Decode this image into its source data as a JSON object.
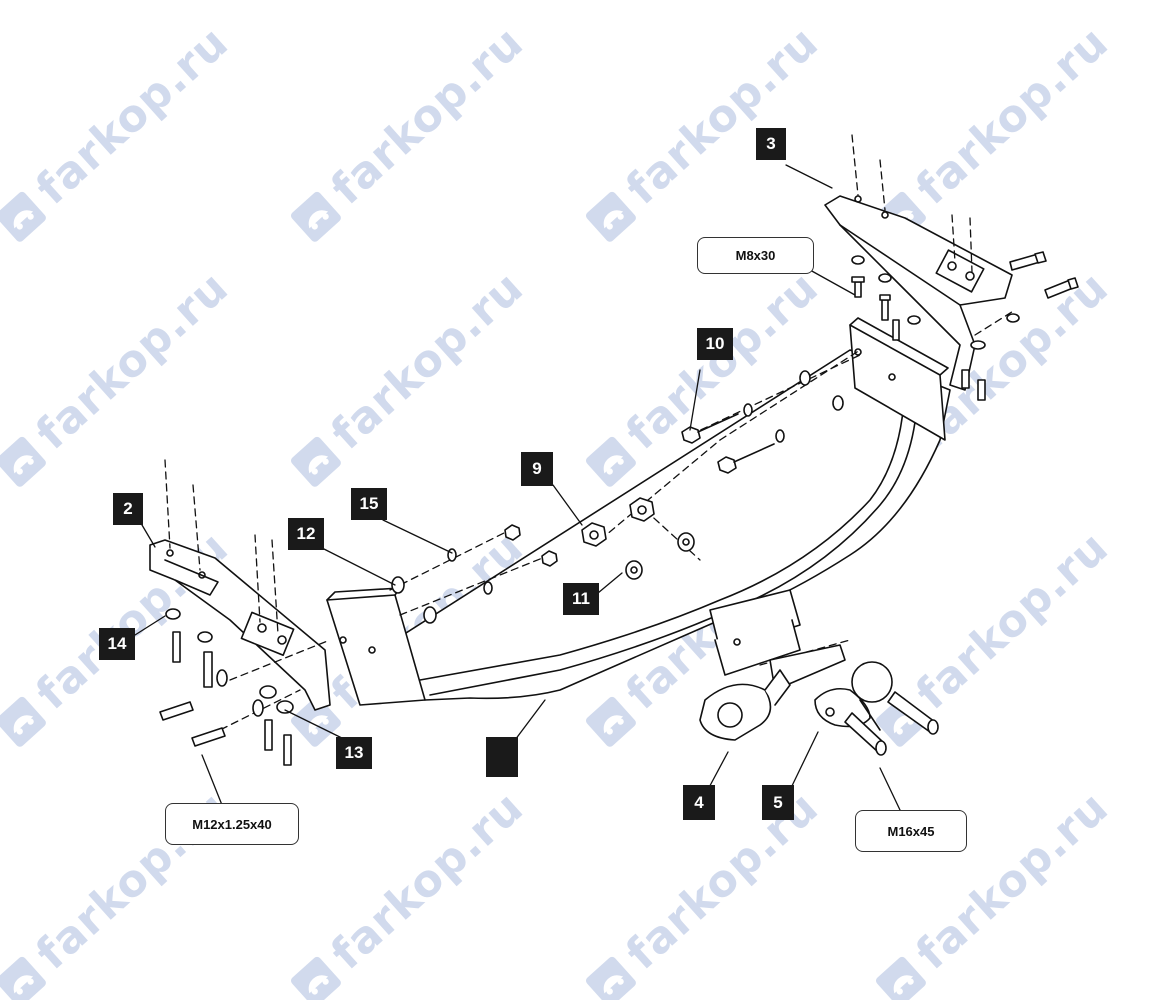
{
  "watermark": {
    "text": "farkop.ru",
    "color": "#c9d4ea",
    "icon": "car-logo-icon"
  },
  "parts": [
    {
      "id": "p3",
      "label": "3"
    },
    {
      "id": "p10",
      "label": "10"
    },
    {
      "id": "p9",
      "label": "9"
    },
    {
      "id": "p2",
      "label": "2"
    },
    {
      "id": "p15",
      "label": "15"
    },
    {
      "id": "p12",
      "label": "12"
    },
    {
      "id": "p11",
      "label": "11"
    },
    {
      "id": "p14",
      "label": "14"
    },
    {
      "id": "p13",
      "label": "13"
    },
    {
      "id": "p1",
      "label": ""
    },
    {
      "id": "p4",
      "label": "4"
    },
    {
      "id": "p5",
      "label": "5"
    }
  ],
  "callouts": {
    "m8": "M8x30",
    "m12": "M12x1.25x40",
    "m16": "M16x45"
  }
}
